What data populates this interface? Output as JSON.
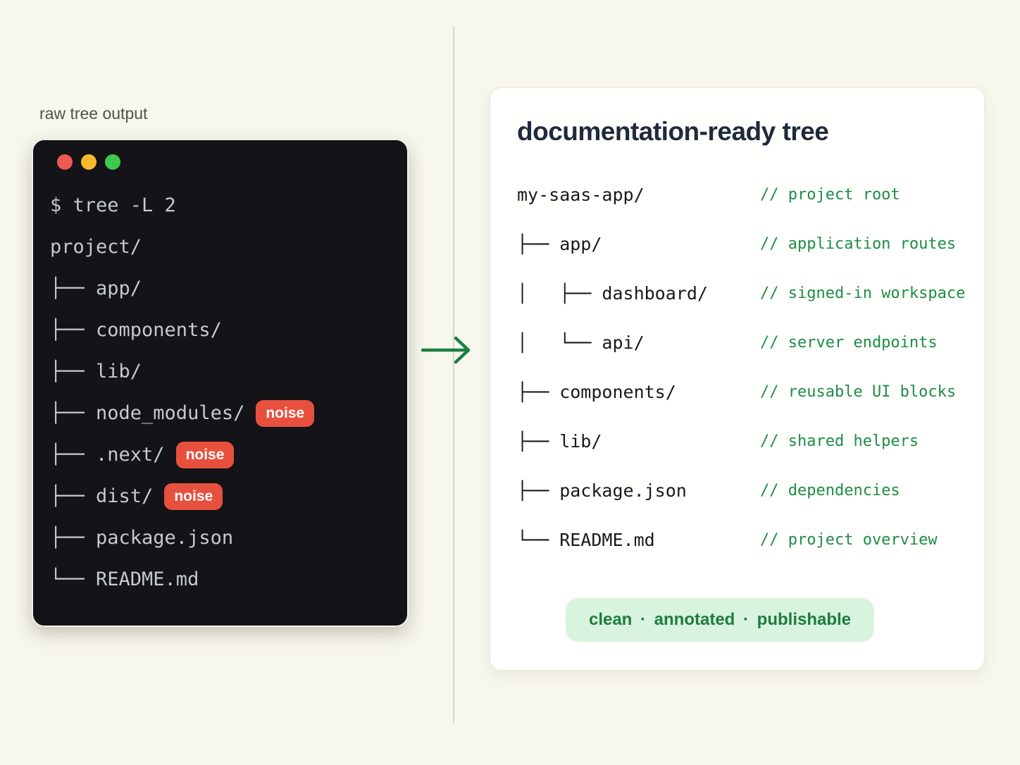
{
  "left": {
    "label": "raw tree output",
    "terminal": {
      "lines": [
        {
          "text": "$ tree -L 2"
        },
        {
          "text": "project/"
        },
        {
          "text": "├── app/"
        },
        {
          "text": "├── components/"
        },
        {
          "text": "├── lib/"
        },
        {
          "text": "├── node_modules/",
          "badge": "noise"
        },
        {
          "text": "├── .next/",
          "badge": "noise"
        },
        {
          "text": "├── dist/",
          "badge": "noise"
        },
        {
          "text": "├── package.json"
        },
        {
          "text": "└── README.md"
        }
      ]
    }
  },
  "right": {
    "title": "documentation-ready tree",
    "rows": [
      {
        "name": "my-saas-app/",
        "comment": "// project root"
      },
      {
        "name": "├── app/",
        "comment": "// application routes"
      },
      {
        "name": "│   ├── dashboard/",
        "comment": "// signed-in workspace"
      },
      {
        "name": "│   └── api/",
        "comment": "// server endpoints"
      },
      {
        "name": "├── components/",
        "comment": "// reusable UI blocks"
      },
      {
        "name": "├── lib/",
        "comment": "// shared helpers"
      },
      {
        "name": "├── package.json",
        "comment": "// dependencies"
      },
      {
        "name": "└── README.md",
        "comment": "// project overview"
      }
    ],
    "footer_badge": "clean · annotated · publishable"
  },
  "colors": {
    "page_bg": "#f8f7ed",
    "terminal_bg": "#131318",
    "terminal_text": "#c6c9cf",
    "noise_badge_bg": "#e8503e",
    "comment_green": "#1e8c46",
    "arrow_green": "#1a8043",
    "pill_bg": "#d8f3de",
    "pill_text": "#1d7c41",
    "title_navy": "#1f2a3a",
    "traffic_red": "#ee5a52",
    "traffic_yellow": "#f6b92d",
    "traffic_green": "#3ec94e"
  }
}
